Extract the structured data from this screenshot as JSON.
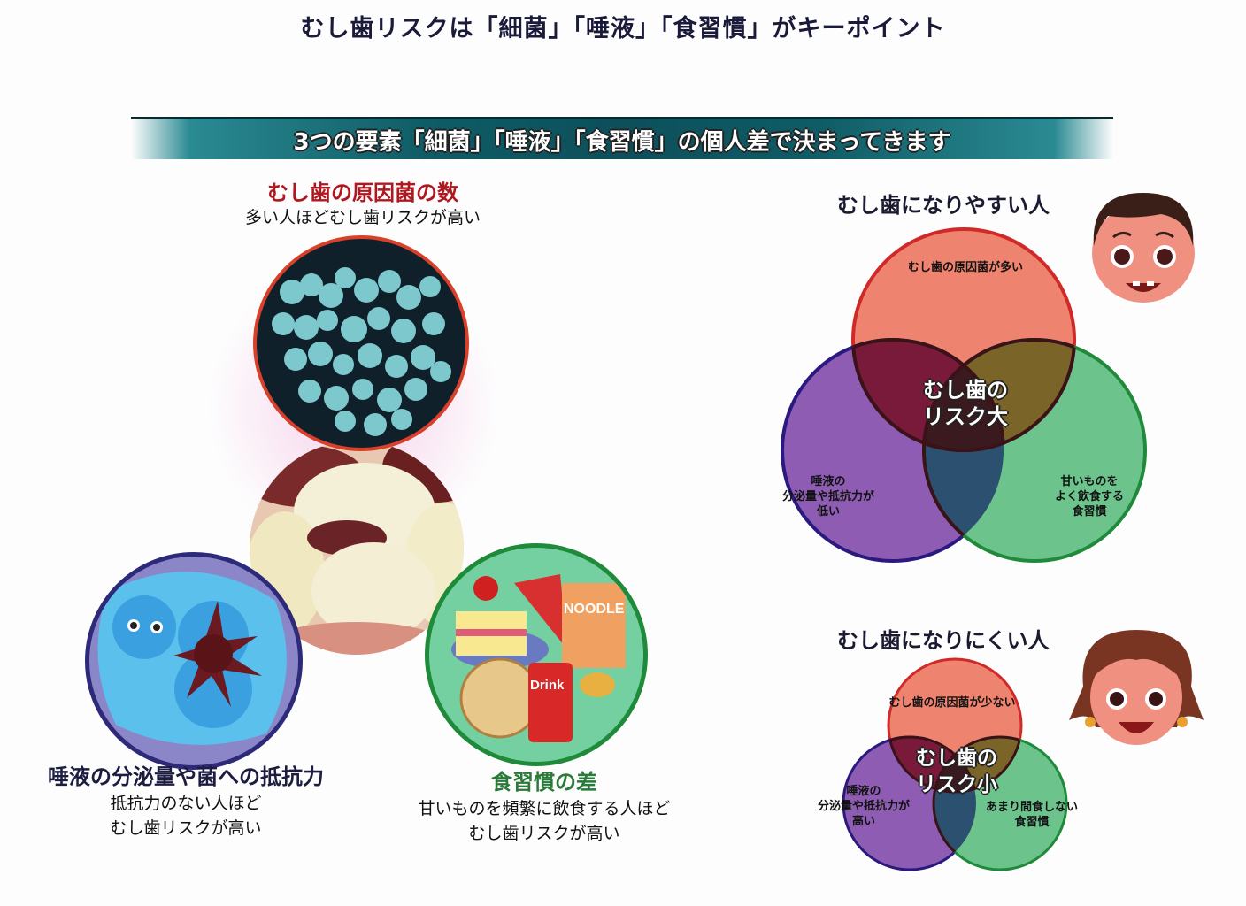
{
  "header": {
    "title": "むし歯リスクは「細菌」「唾液」「食習慣」がキーポイント",
    "banner": "3つの要素「細菌」「唾液」「食習慣」の個人差で決まってきます"
  },
  "factors": {
    "bacteria": {
      "heading": "むし歯の原因菌の数",
      "desc": "多い人ほどむし歯リスクが高い",
      "icon": "bacteria-micrograph",
      "color": "#c8302a"
    },
    "saliva": {
      "heading": "唾液の分泌量や菌への抵抗力",
      "desc_line1": "抵抗力のない人ほど",
      "desc_line2": "むし歯リスクが高い",
      "icon": "saliva-vs-germ-illustration",
      "color": "#2e2a7a"
    },
    "diet": {
      "heading": "食習慣の差",
      "desc_line1": "甘いものを頻繁に飲食する人ほど",
      "desc_line2": "むし歯リスクが高い",
      "icon": "sweets-illustration",
      "color": "#2a9a4a",
      "items": {
        "noodle": "NOODLE",
        "drink": "Drink"
      }
    },
    "tooth_photo": "decayed-tooth-photo"
  },
  "venn_high": {
    "title": "むし歯になりやすい人",
    "top": "むし歯の原因菌が多い",
    "left_line1": "唾液の",
    "left_line2": "分泌量や抵抗力が",
    "left_line3": "低い",
    "right_line1": "甘いものを",
    "right_line2": "よく飲食する",
    "right_line3": "食習慣",
    "center_line1": "むし歯の",
    "center_line2": "リスク大",
    "face": "worried-boy-face"
  },
  "venn_low": {
    "title": "むし歯になりにくい人",
    "top": "むし歯の原因菌が少ない",
    "left_line1": "唾液の",
    "left_line2": "分泌量や抵抗力が",
    "left_line3": "高い",
    "right_line1": "あまり間食しない",
    "right_line2": "食習慣",
    "center_line1": "むし歯の",
    "center_line2": "リスク小",
    "face": "smiling-woman-face"
  },
  "colors": {
    "red": "#e8745e",
    "purple": "#8a5ab0",
    "green": "#6cc48a",
    "banner": "#0f5c66"
  }
}
